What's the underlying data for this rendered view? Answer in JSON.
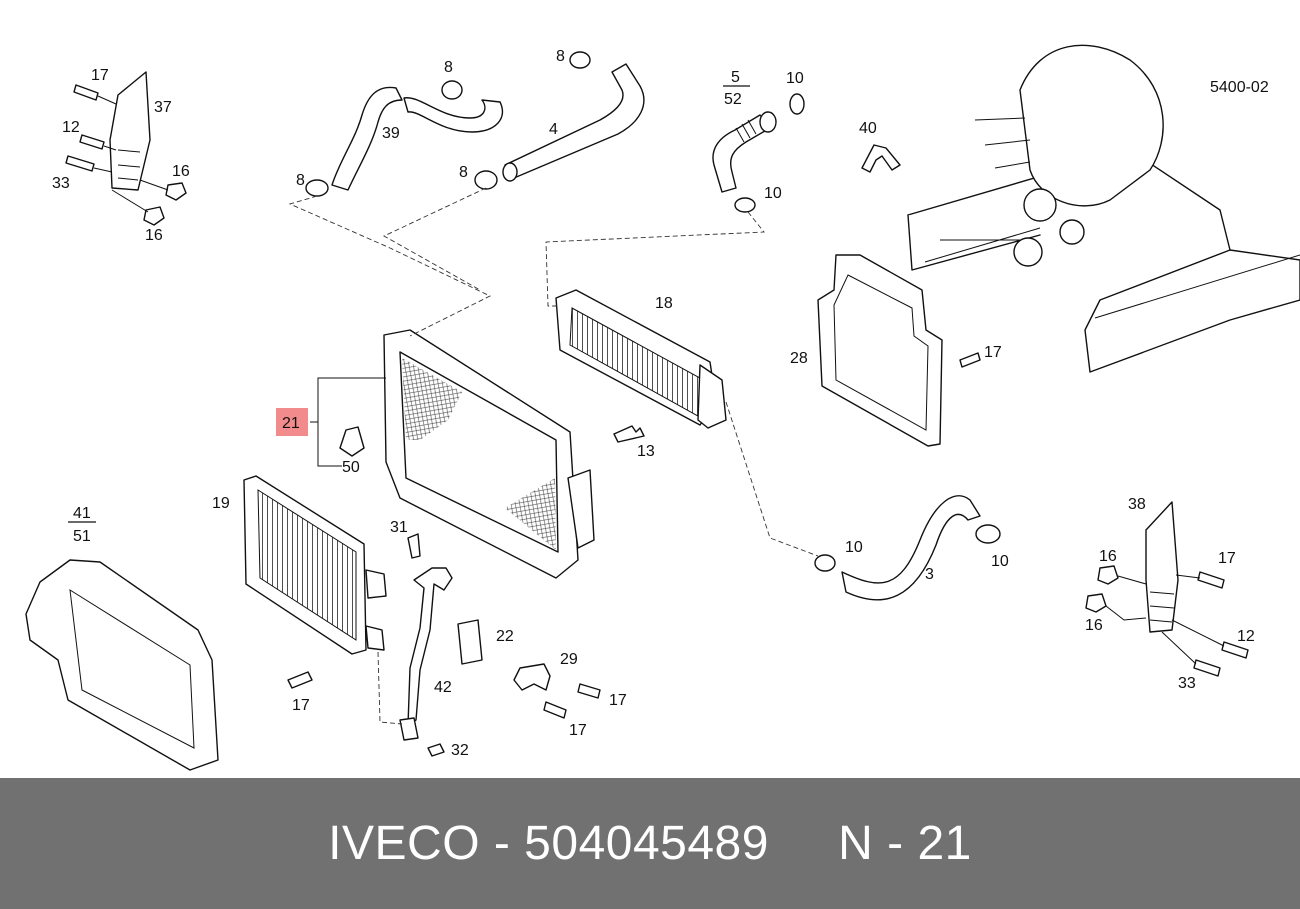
{
  "diagram": {
    "code": "5400-02",
    "highlight_color": "#f28b8b",
    "callouts": [
      {
        "id": "c17a",
        "text": "17"
      },
      {
        "id": "c37",
        "text": "37"
      },
      {
        "id": "c12a",
        "text": "12"
      },
      {
        "id": "c33a",
        "text": "33"
      },
      {
        "id": "c16a",
        "text": "16"
      },
      {
        "id": "c16b",
        "text": "16"
      },
      {
        "id": "c8a",
        "text": "8"
      },
      {
        "id": "c39",
        "text": "39"
      },
      {
        "id": "c8b",
        "text": "8"
      },
      {
        "id": "c8c",
        "text": "8"
      },
      {
        "id": "c4",
        "text": "4"
      },
      {
        "id": "c8d",
        "text": "8"
      },
      {
        "id": "c5",
        "text": "5"
      },
      {
        "id": "c52",
        "text": "52"
      },
      {
        "id": "c10a",
        "text": "10"
      },
      {
        "id": "c10b",
        "text": "10"
      },
      {
        "id": "c40",
        "text": "40"
      },
      {
        "id": "c18",
        "text": "18"
      },
      {
        "id": "c28",
        "text": "28"
      },
      {
        "id": "c17b",
        "text": "17"
      },
      {
        "id": "c21",
        "text": "21"
      },
      {
        "id": "c50",
        "text": "50"
      },
      {
        "id": "c13",
        "text": "13"
      },
      {
        "id": "c19",
        "text": "19"
      },
      {
        "id": "c41",
        "text": "41"
      },
      {
        "id": "c51",
        "text": "51"
      },
      {
        "id": "c31",
        "text": "31"
      },
      {
        "id": "c22",
        "text": "22"
      },
      {
        "id": "c29",
        "text": "29"
      },
      {
        "id": "c42",
        "text": "42"
      },
      {
        "id": "c17c",
        "text": "17"
      },
      {
        "id": "c17d",
        "text": "17"
      },
      {
        "id": "c17e",
        "text": "17"
      },
      {
        "id": "c32",
        "text": "32"
      },
      {
        "id": "c10c",
        "text": "10"
      },
      {
        "id": "c10d",
        "text": "10"
      },
      {
        "id": "c3",
        "text": "3"
      },
      {
        "id": "c38",
        "text": "38"
      },
      {
        "id": "c16c",
        "text": "16"
      },
      {
        "id": "c17f",
        "text": "17"
      },
      {
        "id": "c16d",
        "text": "16"
      },
      {
        "id": "c12b",
        "text": "12"
      },
      {
        "id": "c33b",
        "text": "33"
      }
    ]
  },
  "footer": {
    "text": "IVECO - 504045489     N - 21"
  }
}
